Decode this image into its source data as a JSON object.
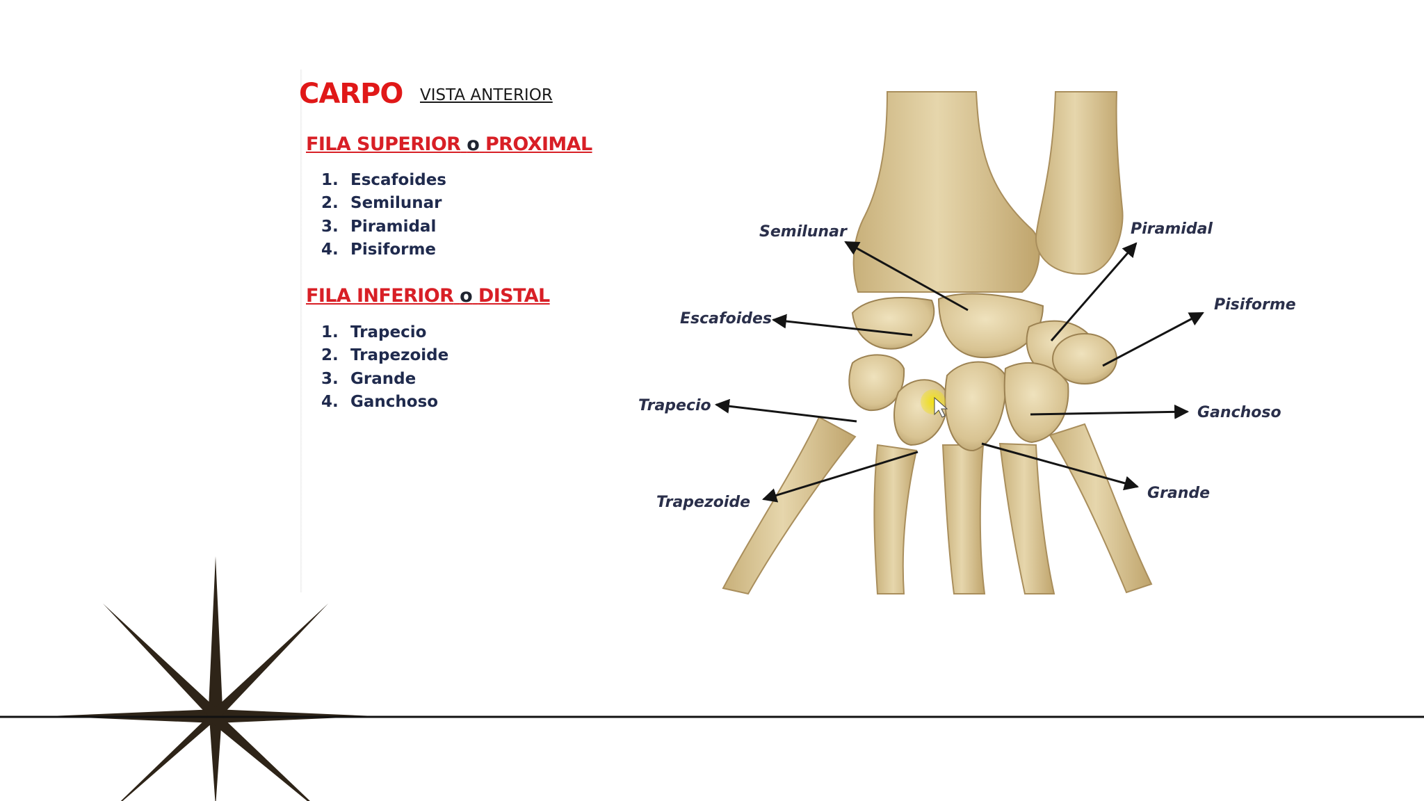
{
  "slide": {
    "title": "CARPO",
    "subtitle": "VISTA ANTERIOR",
    "sections": [
      {
        "heading_part1": "FILA SUPERIOR",
        "connector": "o",
        "heading_part2": "PROXIMAL",
        "items": [
          {
            "num": "1.",
            "label": "Escafoides"
          },
          {
            "num": "2.",
            "label": "Semilunar"
          },
          {
            "num": "3.",
            "label": "Piramidal"
          },
          {
            "num": "4.",
            "label": "Pisiforme"
          }
        ]
      },
      {
        "heading_part1": "FILA INFERIOR",
        "connector": "o",
        "heading_part2": "DISTAL",
        "items": [
          {
            "num": "1.",
            "label": "Trapecio"
          },
          {
            "num": "2.",
            "label": "Trapezoide"
          },
          {
            "num": "3.",
            "label": "Grande"
          },
          {
            "num": "4.",
            "label": "Ganchoso"
          }
        ]
      }
    ]
  },
  "diagram": {
    "labels": {
      "semilunar": "Semilunar",
      "piramidal": "Piramidal",
      "pisiforme": "Pisiforme",
      "escafoides": "Escafoides",
      "trapecio": "Trapecio",
      "ganchoso": "Ganchoso",
      "trapezoide": "Trapezoide",
      "grande": "Grande"
    }
  },
  "colors": {
    "title": "#e01818",
    "heading": "#d81f26",
    "list_text": "#1f2a4d",
    "bone": "#dcc89a",
    "bone_shadow": "#b39a66",
    "cursor_highlight": "#f2e10f",
    "decor": "#2e2418"
  },
  "icons": {
    "decor_star": "eight-point-star-icon",
    "cursor": "mouse-pointer-icon"
  }
}
